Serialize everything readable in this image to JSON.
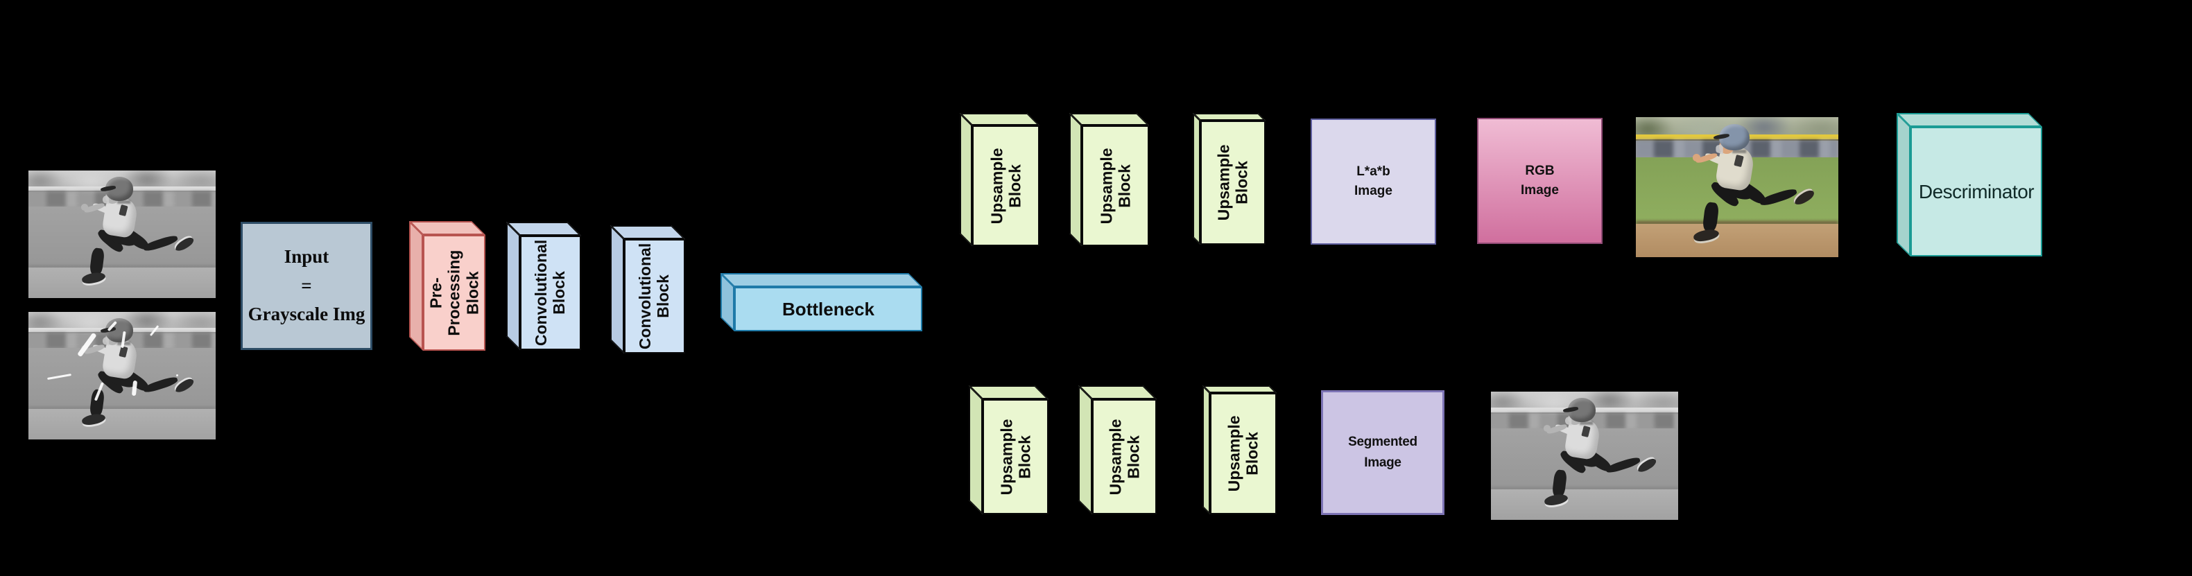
{
  "diagram": {
    "background_color": "#000000",
    "blocks": {
      "input": {
        "label": "Input\n=\nGrayscale Img",
        "fill": "#b9c8d4",
        "stroke": "#2e4d66"
      },
      "pre_processing": {
        "label": "Pre-\nProcessing\nBlock",
        "fill": "#f9d0cb",
        "stroke": "#b85450"
      },
      "convolutional": {
        "label": "Convolutional\nBlock",
        "fill": "#cfe2f5",
        "stroke": "#0a0a0a"
      },
      "bottleneck": {
        "label": "Bottleneck",
        "fill": "#aadcf0",
        "stroke": "#1e7aa8"
      },
      "upsample": {
        "label": "Upsample\nBlock",
        "fill": "#eaf7d1",
        "stroke": "#0a0a0a"
      },
      "lab_image": {
        "label": "L*a*b\nImage",
        "fill": "#dbd8ec",
        "stroke": "#5f5f9f"
      },
      "rgb_image": {
        "label": "RGB\nImage",
        "fill_top": "#f0bcd4",
        "fill_bottom": "#d06f9e",
        "stroke": "#8f4a74"
      },
      "segmented_image": {
        "label": "Segmented\nImage",
        "fill": "#ccc5e4",
        "stroke": "#7d74b5"
      },
      "discriminator": {
        "label": "Descriminator",
        "fill": "#c6e9e5",
        "stroke": "#1a9b94"
      }
    },
    "photos": {
      "input_clean": {
        "alt": "Grayscale photo of a young baseball player running"
      },
      "input_scratched": {
        "alt": "Grayscale photo of the baseball player with white scratch marks"
      },
      "rgb_output": {
        "alt": "Colorized RGB photo of the baseball player running on the field"
      },
      "segmented_output": {
        "alt": "Grayscale segmented output photo of the baseball player"
      }
    }
  }
}
